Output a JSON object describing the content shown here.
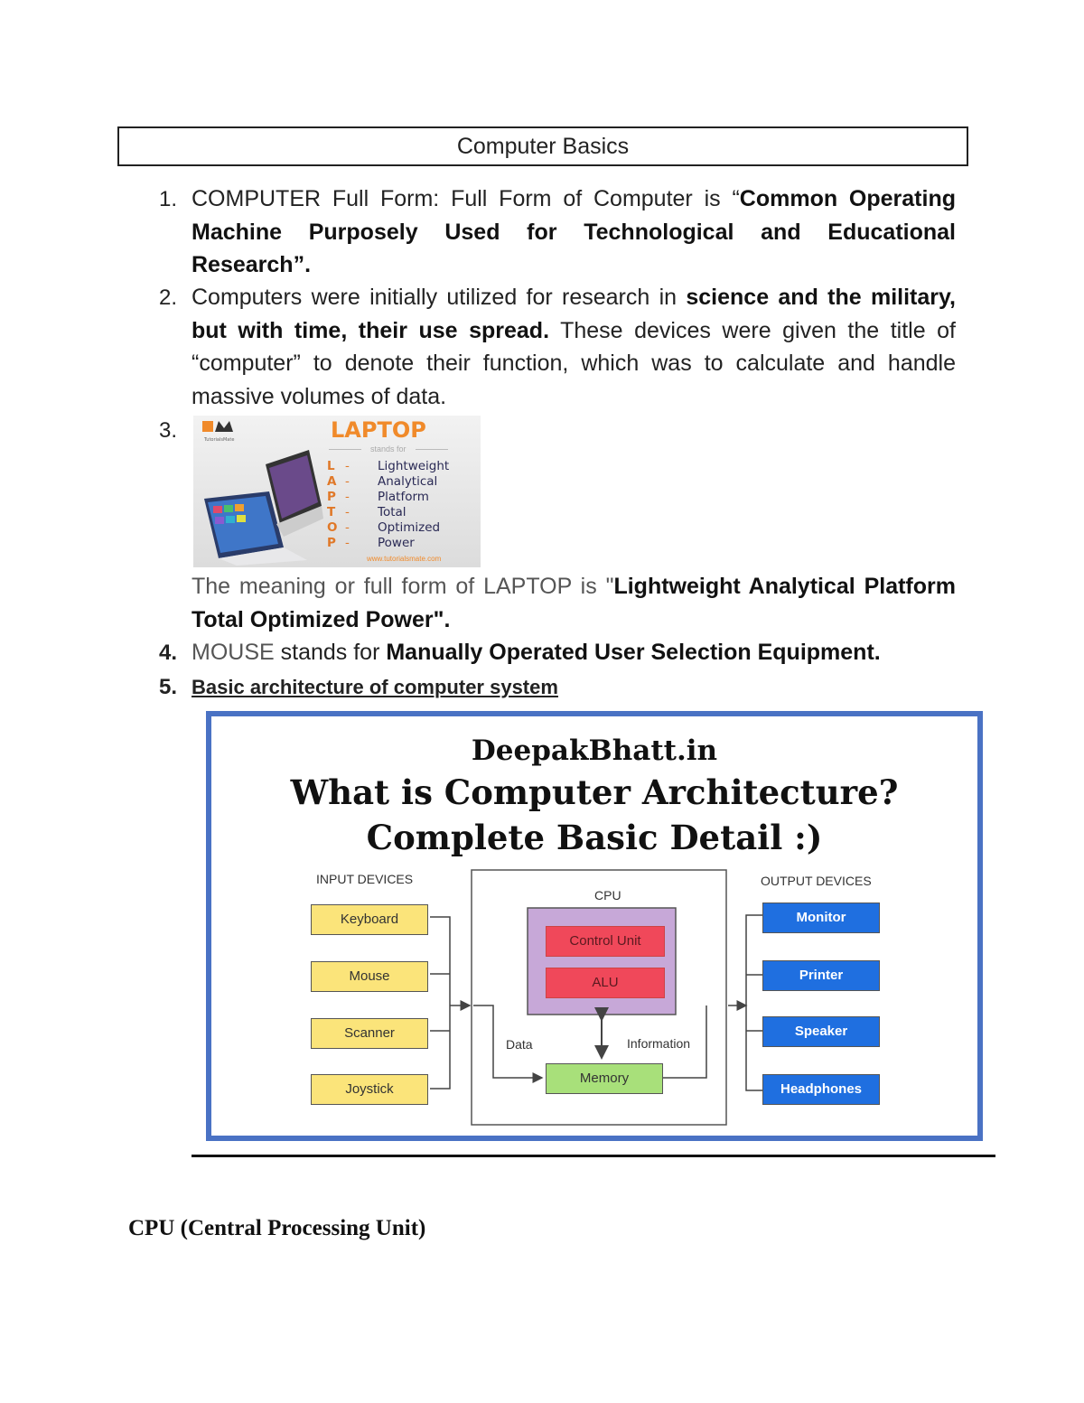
{
  "header": {
    "title": "Computer Basics"
  },
  "items": [
    {
      "number": "1.",
      "plain": "COMPUTER Full Form: Full Form of Computer is “",
      "bold": "Common Operating Machine Purposely Used for Technological and Educational Research”."
    },
    {
      "number": "2.",
      "plain_a": "Computers were initially utilized for research in ",
      "bold": "science and the military, but with time, their use spread.",
      "plain_b": " These devices were given the title of “computer” to denote their function, which was to calculate and handle massive volumes of data."
    },
    {
      "number": "3.",
      "caption_plain": "The meaning or full form of LAPTOP is \"",
      "caption_bold": "Lightweight Analytical Platform Total Optimized Power",
      "caption_end": "\"."
    },
    {
      "number": "4.",
      "gray": "MOUSE",
      "plain": " stands for ",
      "bold": "Manually Operated User Selection Equipment."
    },
    {
      "number": "5.",
      "heading": "Basic architecture of computer system"
    }
  ],
  "laptop_image": {
    "title": "LAPTOP",
    "subtitle": "stands for",
    "rows": [
      {
        "letter": "L",
        "dash": "-",
        "word": "Lightweight"
      },
      {
        "letter": "A",
        "dash": "-",
        "word": "Analytical"
      },
      {
        "letter": "P",
        "dash": "-",
        "word": "Platform"
      },
      {
        "letter": "T",
        "dash": "-",
        "word": "Total"
      },
      {
        "letter": "O",
        "dash": "-",
        "word": "Optimized"
      },
      {
        "letter": "P",
        "dash": "-",
        "word": "Power"
      }
    ],
    "url": "www.tutorialsmate.com",
    "logo_text": "TutorialsMate"
  },
  "diagram": {
    "site": "DeepakBhatt.in",
    "heading_1": "What is Computer Architecture?",
    "heading_2": "Complete Basic Detail :)",
    "input_label": "INPUT DEVICES",
    "output_label": "OUTPUT DEVICES",
    "cpu_label": "CPU",
    "inputs": [
      "Keyboard",
      "Mouse",
      "Scanner",
      "Joystick"
    ],
    "outputs": [
      "Monitor",
      "Printer",
      "Speaker",
      "Headphones"
    ],
    "control_unit": "Control Unit",
    "alu": "ALU",
    "memory": "Memory",
    "data_label": "Data",
    "info_label": "Information",
    "colors": {
      "frame": "#4a72c4",
      "input": "#fbe47a",
      "output": "#1f6fe0",
      "cpu_core": "#c7a8d8",
      "unit": "#f0485a",
      "memory": "#a8e07a"
    }
  },
  "footer_heading": "CPU (Central Processing Unit)"
}
